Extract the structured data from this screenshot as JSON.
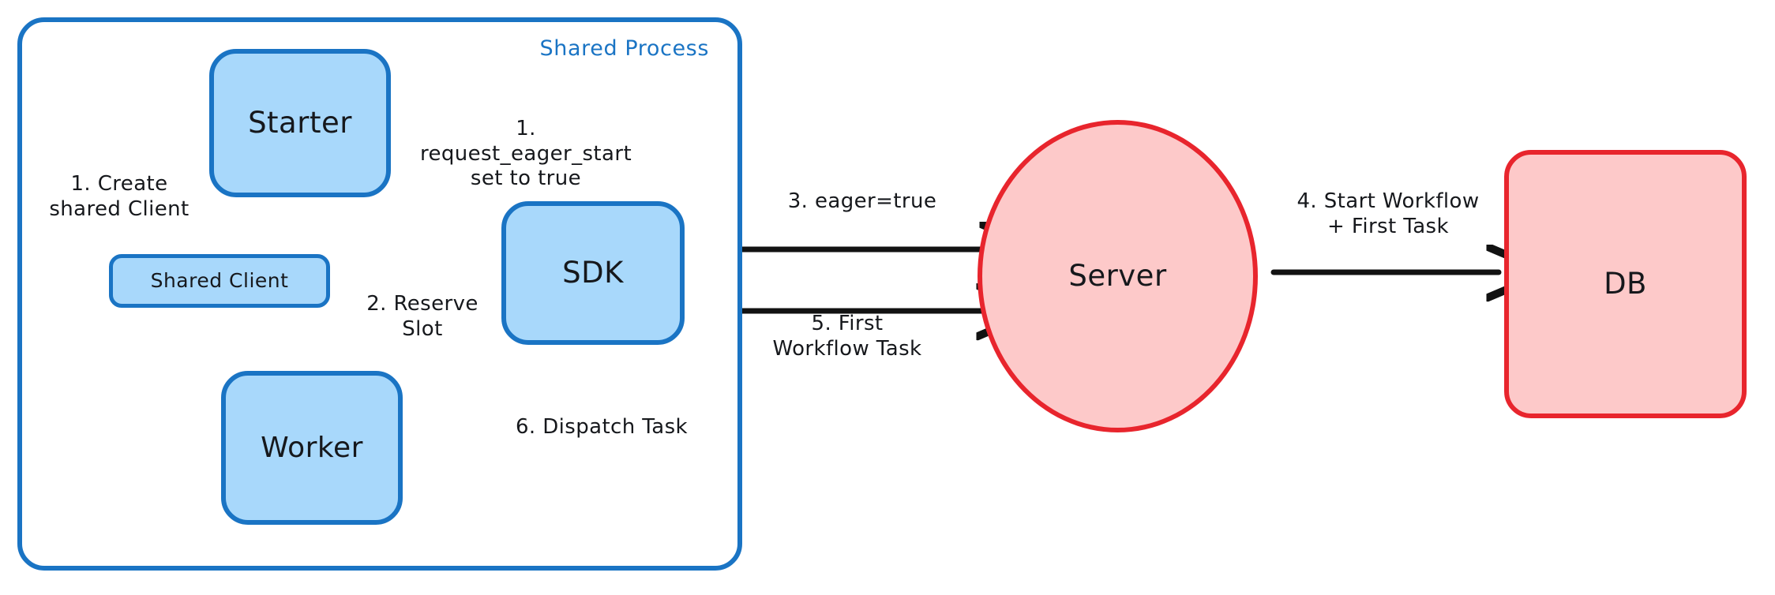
{
  "diagram": {
    "title_container": "Shared Process",
    "colors": {
      "blue_stroke": "#1a74c4",
      "blue_fill": "#a8d8fb",
      "red_stroke": "#e8252d",
      "red_fill": "#fdc9c9",
      "text": "#16181c",
      "arrow": "#121212",
      "background": "#ffffff"
    },
    "nodes": [
      {
        "id": "starter",
        "label": "Starter",
        "shape": "rounded-rect",
        "style": "blue"
      },
      {
        "id": "shared-client",
        "label": "Shared Client",
        "shape": "rounded-rect",
        "style": "blue"
      },
      {
        "id": "worker",
        "label": "Worker",
        "shape": "rounded-rect",
        "style": "blue"
      },
      {
        "id": "sdk",
        "label": "SDK",
        "shape": "rounded-rect",
        "style": "blue"
      },
      {
        "id": "server",
        "label": "Server",
        "shape": "ellipse",
        "style": "red"
      },
      {
        "id": "db",
        "label": "DB",
        "shape": "rounded-rect",
        "style": "red"
      }
    ],
    "edges": [
      {
        "id": "create-shared-client",
        "label": "1. Create\nshared Client",
        "from": "starter",
        "to": "shared-client",
        "arrow": false
      },
      {
        "id": "request-eager",
        "label": "1. request_eager_start\nset to true",
        "from": "starter",
        "to": "sdk",
        "arrow": true
      },
      {
        "id": "reserve-slot",
        "label": "2. Reserve\nSlot",
        "from": "sdk",
        "to": "worker",
        "arrow": true
      },
      {
        "id": "eager-true",
        "label": "3. eager=true",
        "from": "sdk",
        "to": "server",
        "arrow": true
      },
      {
        "id": "start-workflow",
        "label": "4. Start Workflow\n+ First Task",
        "from": "server",
        "to": "db",
        "arrow": true
      },
      {
        "id": "first-workflow-task",
        "label": "5. First\nWorkflow Task",
        "from": "server",
        "to": "sdk",
        "arrow": true
      },
      {
        "id": "dispatch-task",
        "label": "6. Dispatch Task",
        "from": "sdk",
        "to": "worker",
        "arrow": true
      }
    ]
  }
}
